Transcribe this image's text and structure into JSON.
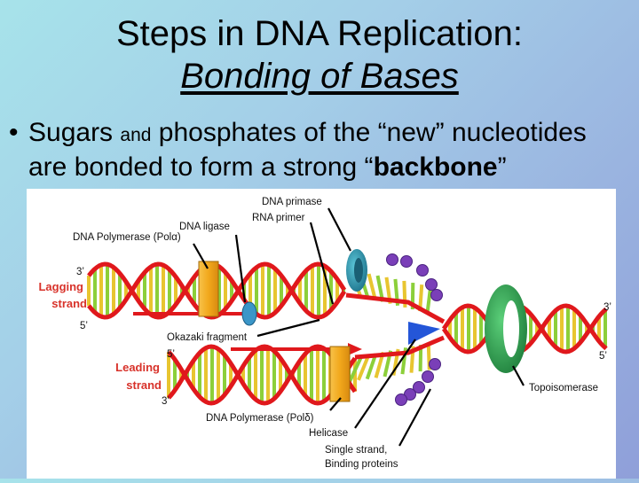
{
  "title": {
    "line1": "Steps in DNA Replication:",
    "line2": "Bonding of Bases"
  },
  "bullet": {
    "marker": "•",
    "part1": "Sugars ",
    "part2_small": "and",
    "part3": " phosphates of the “new” nucleotides",
    "part4": "are bonded to form a strong “",
    "part5_bold": "backbone",
    "part6": "”"
  },
  "diagram": {
    "labels": {
      "dna_primase": "DNA primase",
      "rna_primer": "RNA primer",
      "dna_ligase": "DNA ligase",
      "dna_pol_alpha": "DNA Polymerase (Polα)",
      "three_prime_top": "3’",
      "lagging_line1": "Lagging",
      "lagging_line2": "strand",
      "five_prime_lagging": "5’",
      "okazaki": "Okazaki fragment",
      "five_prime_leading": "5’",
      "leading_line1": "Leading",
      "leading_line2": "strand",
      "three_prime_leading": "3’",
      "dna_pol_delta": "DNA Polymerase (Polδ)",
      "helicase": "Helicase",
      "ssb_line1": "Single strand,",
      "ssb_line2": "Binding proteins",
      "topoisomerase": "Topoisomerase",
      "three_prime_right": "3’",
      "five_prime_right": "5’"
    },
    "colors": {
      "backbone": "#e0181c",
      "rung_green": "#8ccf3a",
      "rung_yellow": "#e8c530",
      "polymerase": "#f2a81c",
      "primase": "#2a9fb5",
      "topoisomerase": "#2aa04a",
      "helicase": "#2456d8",
      "ssb": "#7a3fb8",
      "ligase": "#3a96c8",
      "label_red": "#d8322a"
    }
  }
}
